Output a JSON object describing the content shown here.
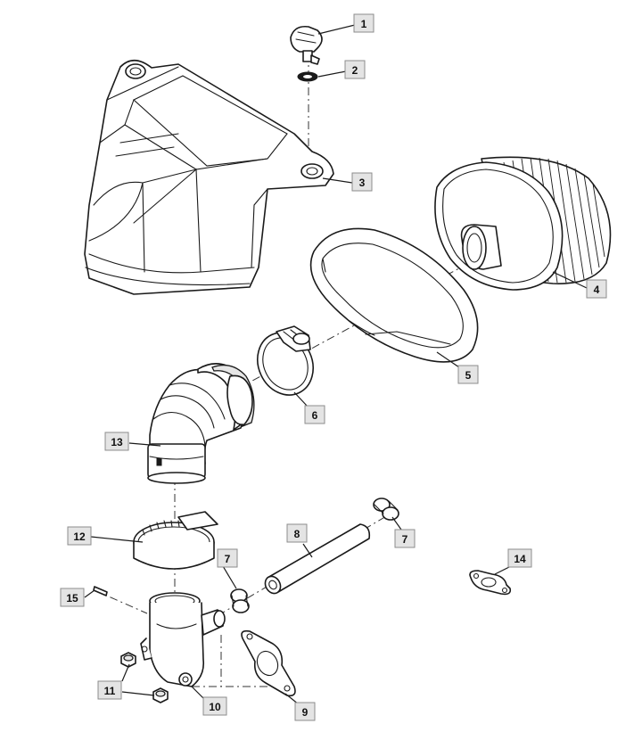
{
  "callouts": [
    {
      "id": "c1",
      "number": "1",
      "part": "screw"
    },
    {
      "id": "c2",
      "number": "2",
      "part": "washer"
    },
    {
      "id": "c3",
      "number": "3",
      "part": "air-filter-cover"
    },
    {
      "id": "c4",
      "number": "4",
      "part": "air-filter-element"
    },
    {
      "id": "c5",
      "number": "5",
      "part": "pre-filter"
    },
    {
      "id": "c6",
      "number": "6",
      "part": "hose-clamp"
    },
    {
      "id": "c7a",
      "number": "7",
      "part": "hose-clip"
    },
    {
      "id": "c7b",
      "number": "7",
      "part": "hose-clip"
    },
    {
      "id": "c8",
      "number": "8",
      "part": "breather-hose"
    },
    {
      "id": "c9",
      "number": "9",
      "part": "gasket"
    },
    {
      "id": "c10",
      "number": "10",
      "part": "air-filter-base"
    },
    {
      "id": "c11",
      "number": "11",
      "part": "nut"
    },
    {
      "id": "c12",
      "number": "12",
      "part": "hose-clamp"
    },
    {
      "id": "c13",
      "number": "13",
      "part": "elbow-duct"
    },
    {
      "id": "c14",
      "number": "14",
      "part": "gasket"
    },
    {
      "id": "c15",
      "number": "15",
      "part": "pin"
    }
  ]
}
